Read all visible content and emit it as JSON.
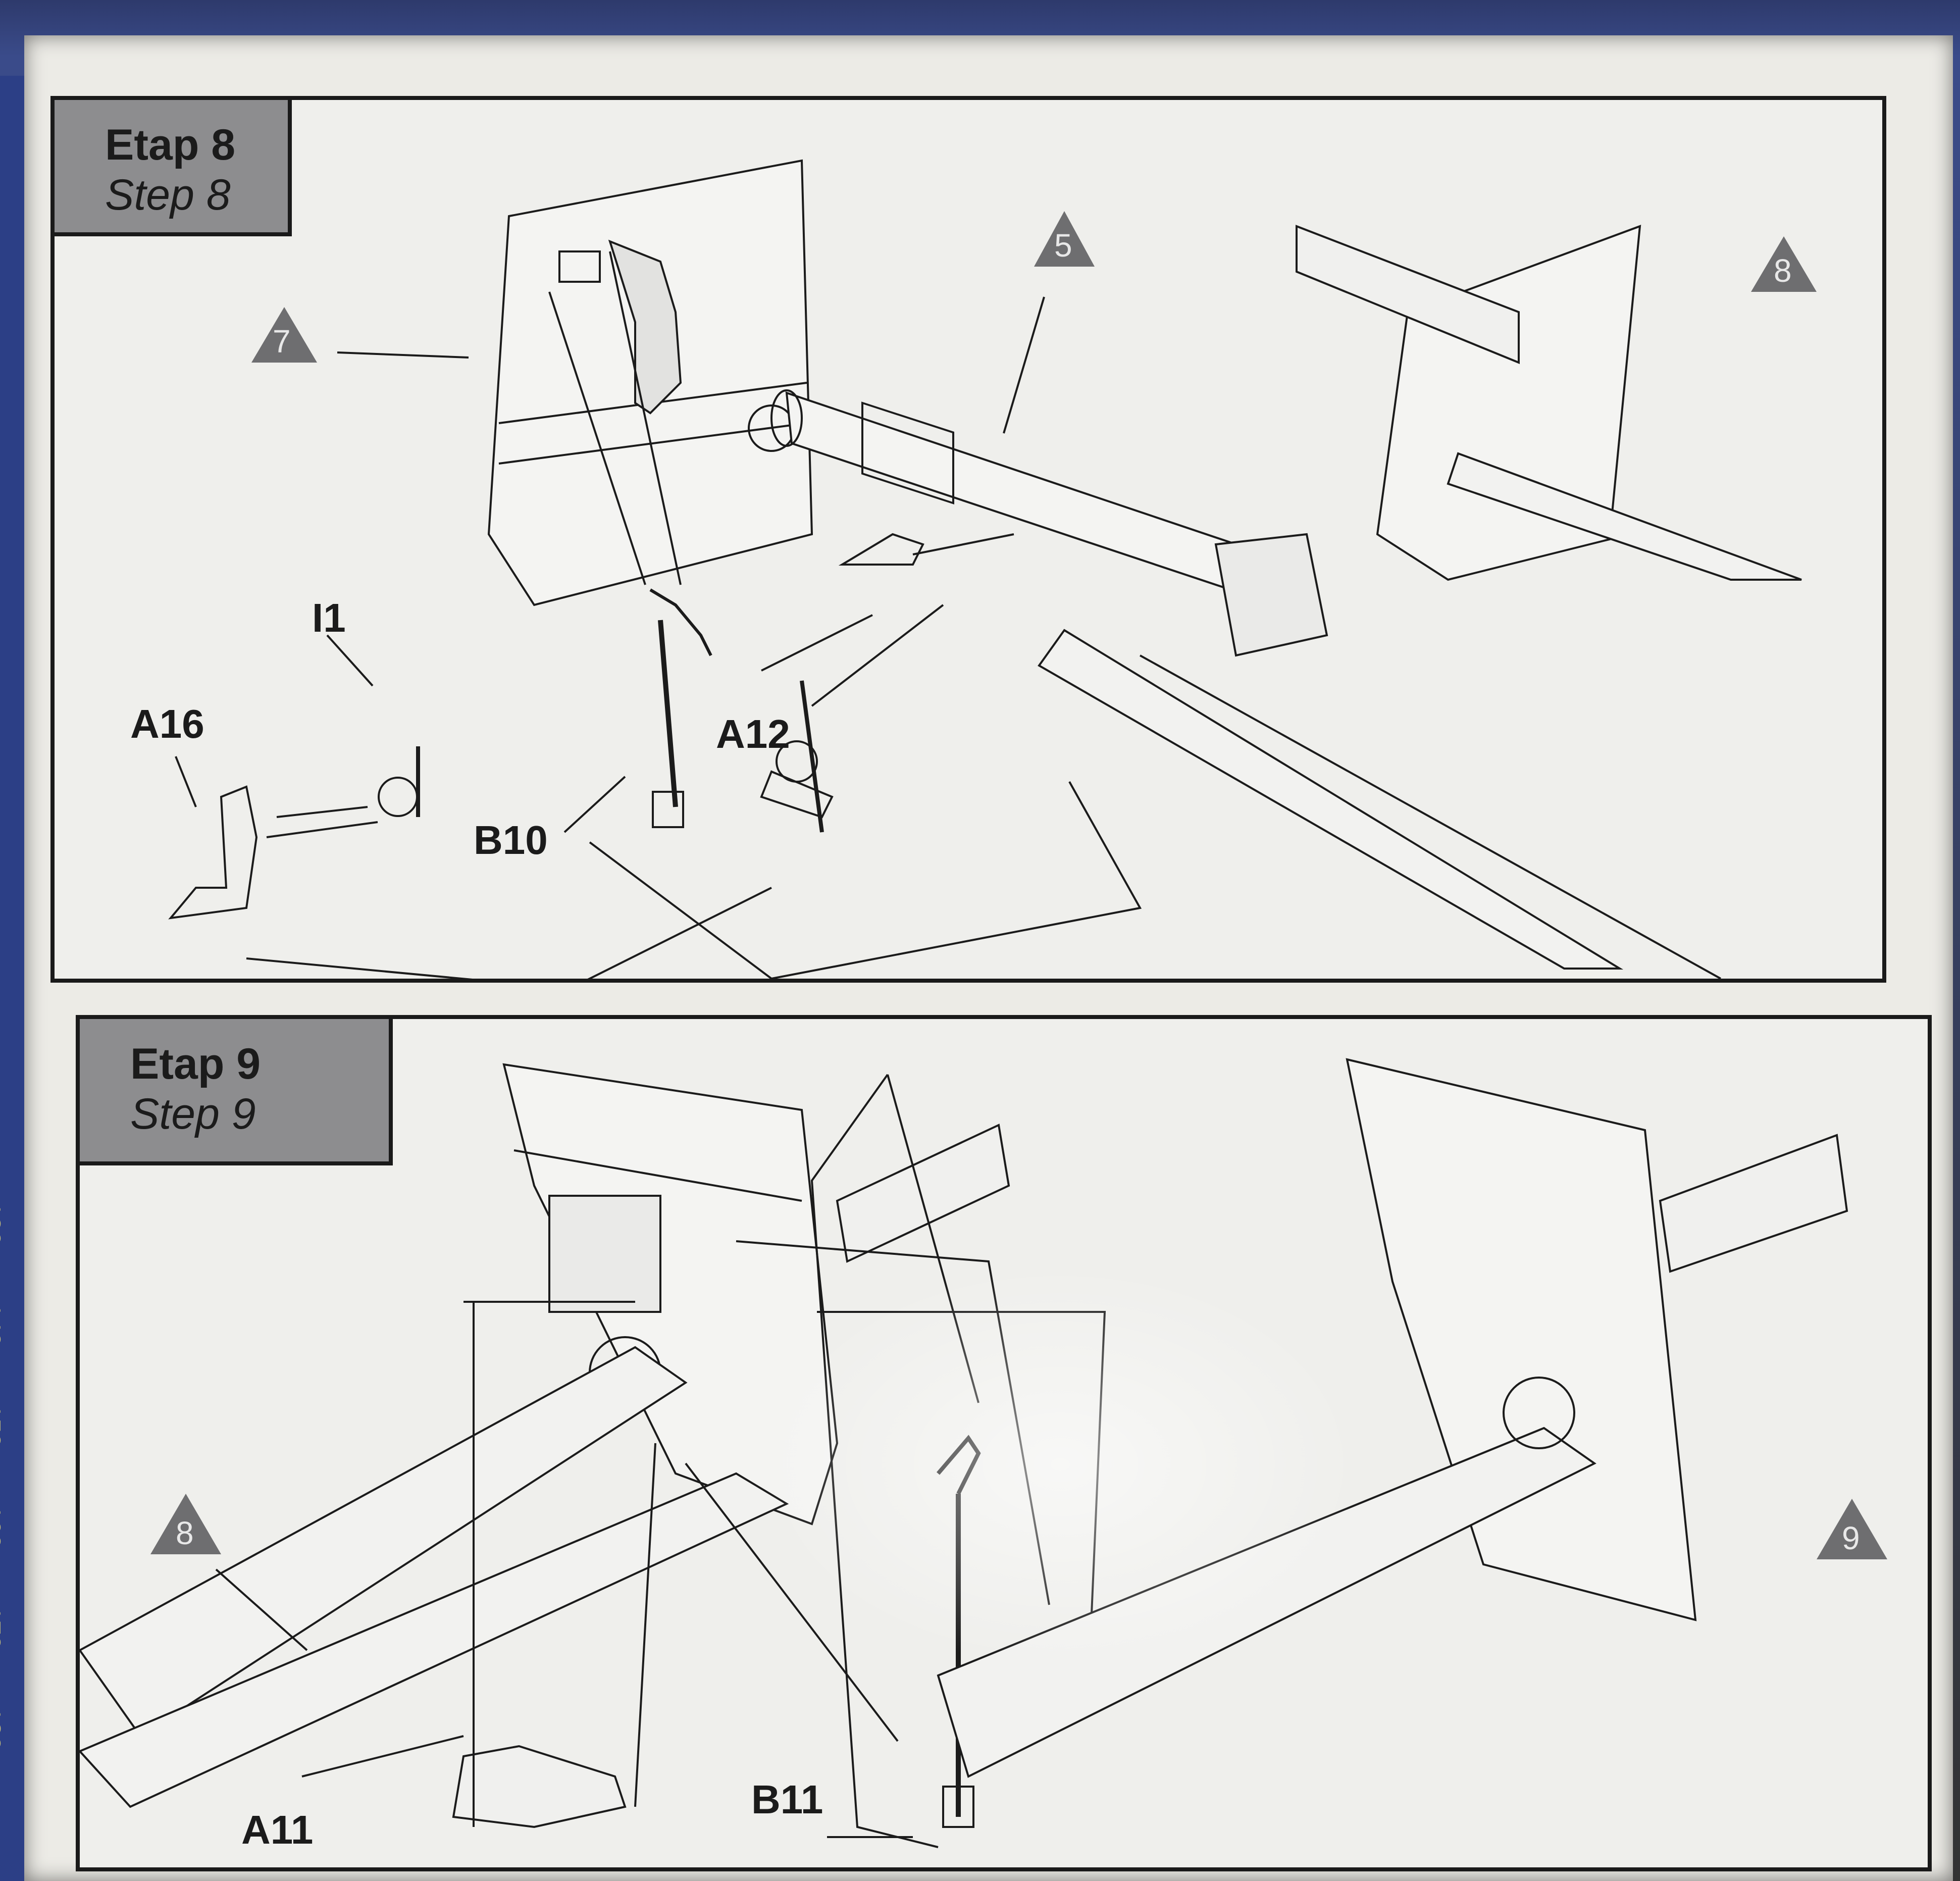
{
  "steps": [
    {
      "title": "Etap 8",
      "subtitle": "Step 8",
      "triangles": [
        "7",
        "5",
        "8"
      ],
      "parts": [
        "I1",
        "A16",
        "A12",
        "B10"
      ]
    },
    {
      "title": "Etap 9",
      "subtitle": "Step 9",
      "triangles": [
        "8",
        "9"
      ],
      "parts": [
        "A11",
        "B11"
      ]
    }
  ],
  "ruler": {
    "ticks": [
      "130",
      "140",
      "150",
      "160",
      "170",
      "180"
    ]
  },
  "colors": {
    "paper": "#ecebe6",
    "label_box": "#8d8d8f",
    "triangle": "#6e6e70",
    "line": "#1b1b1b"
  }
}
